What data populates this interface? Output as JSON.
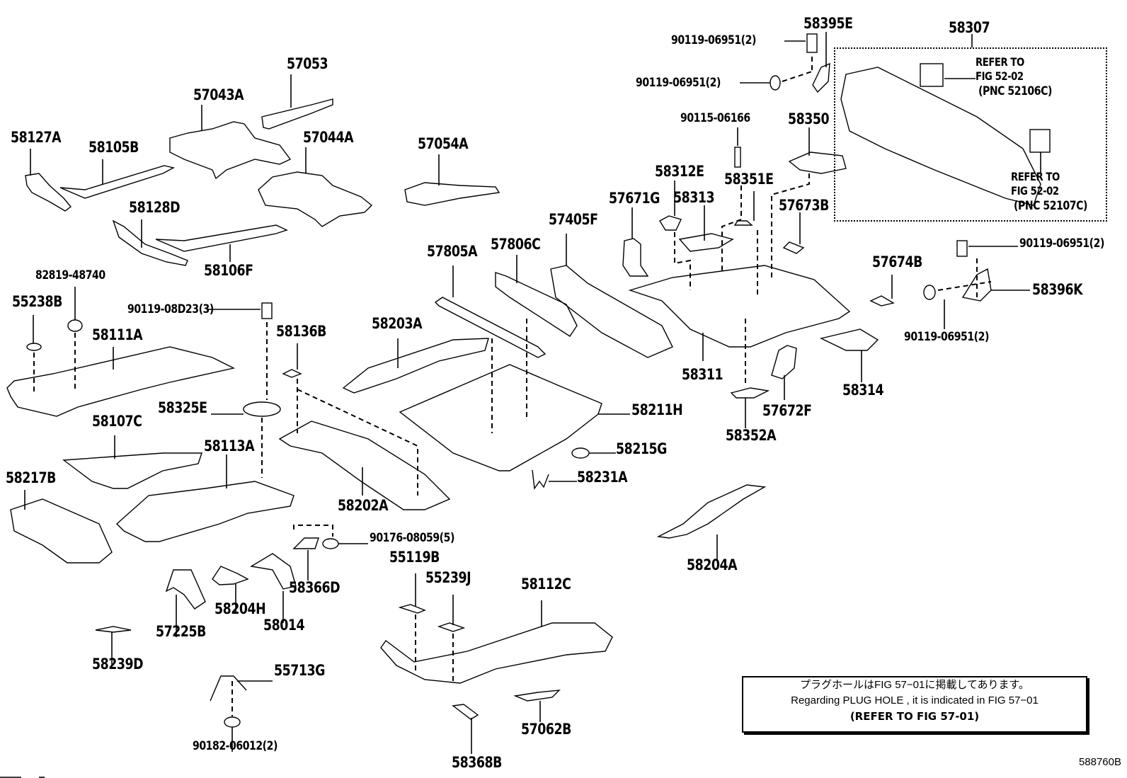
{
  "diagram": {
    "figure_number": "588760B",
    "refer_box": {
      "part_number": "58307",
      "refs": [
        {
          "line1": "REFER TO",
          "line2": "FIG 52-02",
          "line3": "(PNC 52106C)"
        },
        {
          "line1": "REFER TO",
          "line2": "FIG 52-02",
          "line3": "(PNC 52107C)"
        }
      ]
    },
    "note": {
      "japanese": "プラグホールはFIG 57−01に掲載してあります。",
      "english": "Regarding PLUG HOLE , it is indicated in FIG 57−01",
      "refer": "(REFER TO FIG 57-01)"
    },
    "labels": {
      "p57053": "57053",
      "p57043A": "57043A",
      "p58127A": "58127A",
      "p58105B": "58105B",
      "p57044A": "57044A",
      "p57054A": "57054A",
      "p58128D": "58128D",
      "p58106F": "58106F",
      "p82819": "82819-48740",
      "p55238B": "55238B",
      "p90119_08D23": "90119-08D23(3)",
      "p58111A": "58111A",
      "p58136B": "58136B",
      "p58325E": "58325E",
      "p58107C": "58107C",
      "p58113A": "58113A",
      "p58217B": "58217B",
      "p58202A": "58202A",
      "p58203A": "58203A",
      "p57805A": "57805A",
      "p57806C": "57806C",
      "p57405F": "57405F",
      "p58211H": "58211H",
      "p58215G": "58215G",
      "p58231A": "58231A",
      "p90176": "90176-08059(5)",
      "p58366D": "58366D",
      "p58204H": "58204H",
      "p58014": "58014",
      "p57225B": "57225B",
      "p58239D": "58239D",
      "p55713G": "55713G",
      "p90182": "90182-06012(2)",
      "p55119B": "55119B",
      "p55239J": "55239J",
      "p58112C": "58112C",
      "p58368B": "58368B",
      "p57062B": "57062B",
      "p58204A": "58204A",
      "p58395E": "58395E",
      "p90119_a": "90119-06951(2)",
      "p90119_b": "90119-06951(2)",
      "p90115": "90115-06166",
      "p58350": "58350",
      "p58312E": "58312E",
      "p58351E": "58351E",
      "p57671G": "57671G",
      "p58313": "58313",
      "p57673B": "57673B",
      "p58311": "58311",
      "p57672F": "57672F",
      "p58352A": "58352A",
      "p58314": "58314",
      "p57674B": "57674B",
      "p90119_c": "90119-06951(2)",
      "p90119_d": "90119-06951(2)",
      "p58396K": "58396K"
    }
  }
}
